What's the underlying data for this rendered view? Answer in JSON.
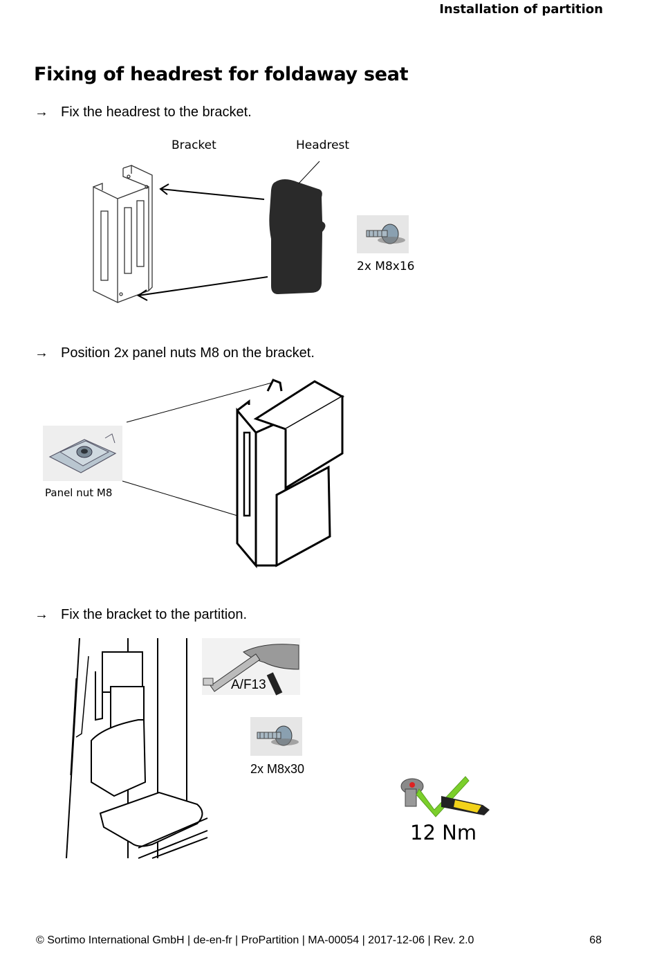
{
  "header": {
    "section_title": "Installation of partition"
  },
  "page_title": "Fixing of headrest for foldaway seat",
  "steps": [
    {
      "arrow": "→",
      "text": "Fix the headrest to the bracket."
    },
    {
      "arrow": "→",
      "text": "Position 2x panel nuts M8 on the bracket."
    },
    {
      "arrow": "→",
      "text": "Fix the bracket to the partition."
    }
  ],
  "figure1": {
    "bracket_label": "Bracket",
    "headrest_label": "Headrest",
    "screw_label": "2x M8x16"
  },
  "figure2": {
    "panel_nut_label": "Panel nut M8"
  },
  "figure3": {
    "tool_label": "A/F13",
    "screw_label": "2x M8x30",
    "torque_label": "12 Nm"
  },
  "footer": {
    "copyright": "© Sortimo International GmbH | de-en-fr | ProPartition | MA-00054 | 2017-12-06 | Rev. 2.0",
    "page_number": "68"
  }
}
